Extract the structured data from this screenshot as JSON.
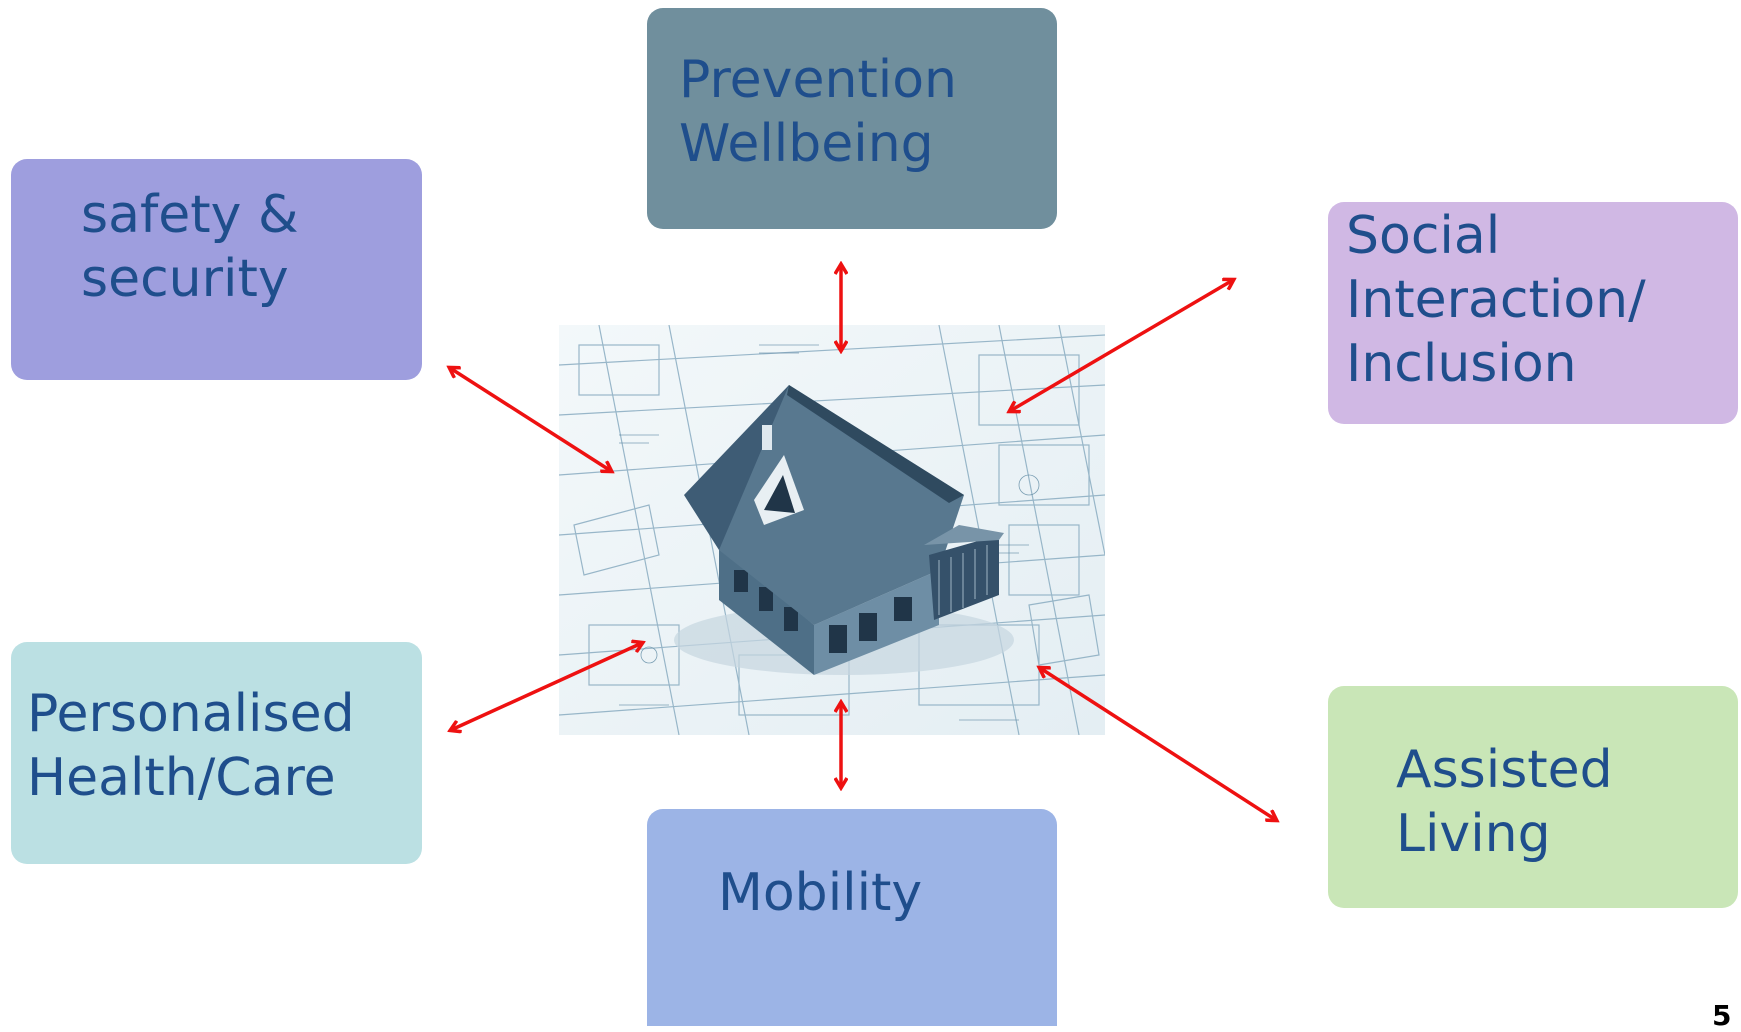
{
  "boxes": {
    "prevention": {
      "lines": [
        "Prevention",
        "Wellbeing"
      ],
      "color": "#708f9d"
    },
    "safety": {
      "lines": [
        "safety &",
        "security"
      ],
      "color": "#9e9ede"
    },
    "social": {
      "lines": [
        "Social",
        "Interaction/",
        "Inclusion"
      ],
      "color": "#d0b8e4"
    },
    "health": {
      "lines": [
        "Personalised",
        "Health/Care"
      ],
      "color": "#bbe0e3"
    },
    "mobility": {
      "lines": [
        "Mobility"
      ],
      "color": "#9cb4e6"
    },
    "assisted": {
      "lines": [
        "Assisted",
        "Living"
      ],
      "color": "#c9e6b7"
    }
  },
  "text_color": "#1f4e8c",
  "arrow_color": "#ee1111",
  "center_image": "house-blueprint",
  "page_number": "5"
}
